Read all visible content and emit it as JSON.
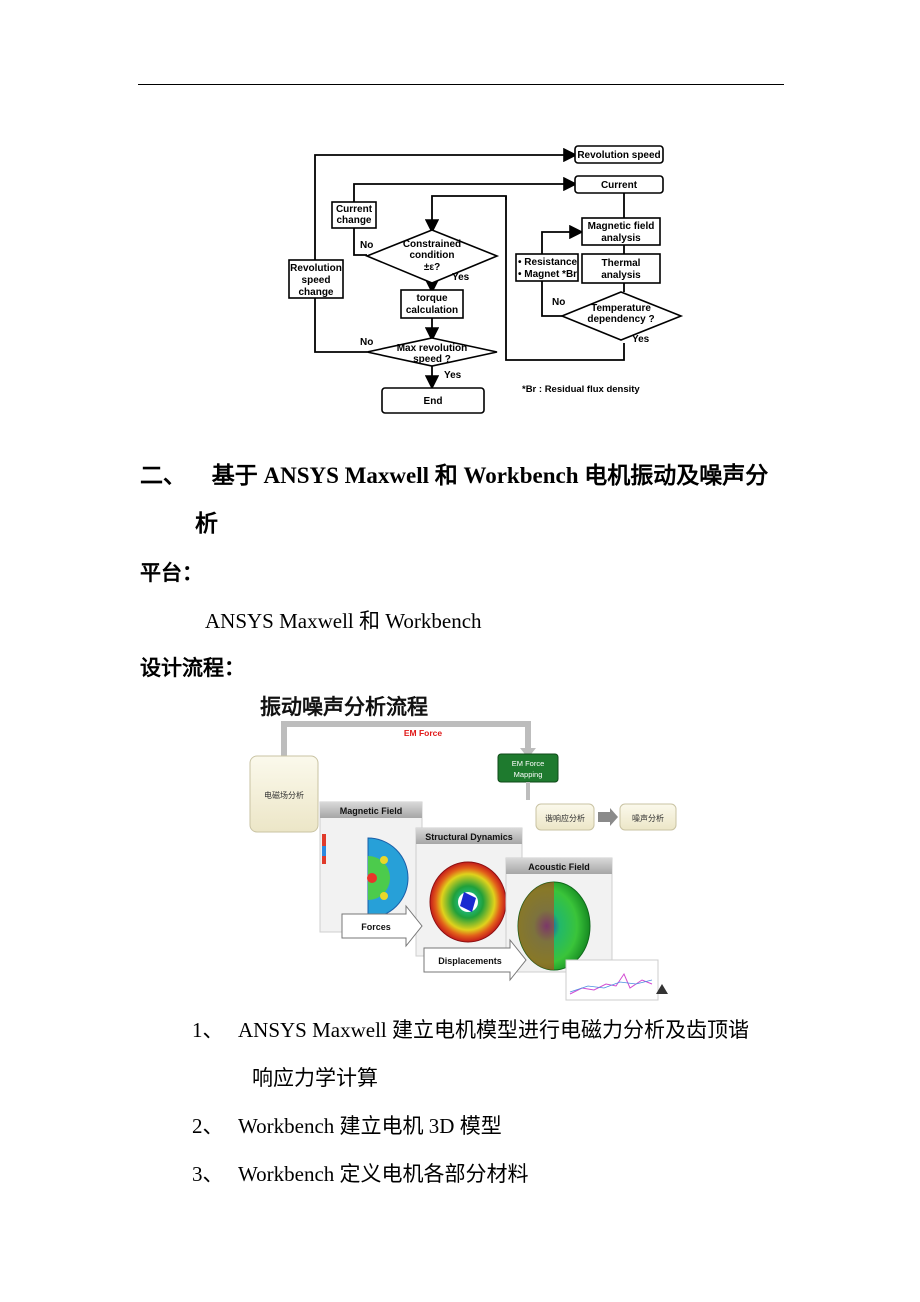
{
  "flowchart": {
    "revolution_speed": "Revolution speed",
    "current": "Current",
    "current_change": [
      "Current",
      "change"
    ],
    "revolution_speed_change": [
      "Revolution",
      "speed",
      "change"
    ],
    "constrained_condition": [
      "Constrained",
      "condition",
      "±ε?"
    ],
    "torque_calculation": [
      "torque",
      "calculation"
    ],
    "max_revolution_speed": [
      "Max revolution",
      "speed ?"
    ],
    "end": "End",
    "magnetic_field_analysis": [
      "Magnetic field",
      "analysis"
    ],
    "thermal_analysis": [
      "Thermal",
      "analysis"
    ],
    "resistance_magnet": [
      "• Resistance",
      "• Magnet *Br"
    ],
    "temperature_dependency": [
      "Temperature",
      "dependency ?"
    ],
    "no": "No",
    "yes": "Yes",
    "footnote": "*Br : Residual flux density"
  },
  "section": {
    "number": "二、",
    "title_line1": "基于 ANSYS Maxwell 和 Workbench 电机振动及噪声分",
    "title_line2": "析"
  },
  "platform": {
    "label": "平台：",
    "value": "ANSYS Maxwell 和 Workbench"
  },
  "design_flow": {
    "label": "设计流程："
  },
  "process_image": {
    "title": "振动噪声分析流程",
    "em_force": "EM Force",
    "em_force_mapping": [
      "EM Force",
      "Mapping"
    ],
    "em_field_analysis": "电磁场分析",
    "harmonic_response": "谐响应分析",
    "noise_analysis": "噪声分析",
    "magnetic_field": "Magnetic Field",
    "structural_dynamics": "Structural Dynamics",
    "acoustic_field": "Acoustic Field",
    "forces": "Forces",
    "displacements": "Displacements",
    "colors": {
      "green": "#1e7a2e",
      "red_text": "#e01818",
      "panel_head": "#b8b8b8",
      "beige": "#f3efd6"
    }
  },
  "steps": [
    {
      "num": "1、",
      "text": "ANSYS Maxwell 建立电机模型进行电磁力分析及齿顶谐",
      "cont": "响应力学计算"
    },
    {
      "num": "2、",
      "text": "Workbench 建立电机 3D 模型"
    },
    {
      "num": "3、",
      "text": "Workbench 定义电机各部分材料"
    }
  ]
}
